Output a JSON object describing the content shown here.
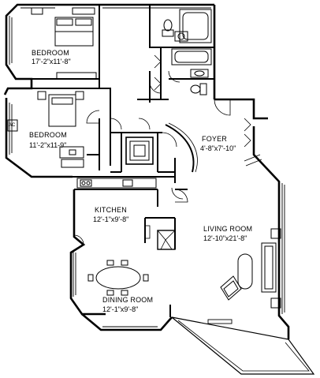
{
  "rooms": {
    "bedroom1": {
      "name": "BEDROOM",
      "dims": "17'-2\"x11'-8\""
    },
    "bedroom2": {
      "name": "BEDROOM",
      "dims": "11'-2\"x11-9\""
    },
    "foyer": {
      "name": "FOYER",
      "dims": "4'-8\"x7'-10\""
    },
    "kitchen": {
      "name": "KITCHEN",
      "dims": "12'-1\"x9'-8\""
    },
    "living": {
      "name": "LIVING ROOM",
      "dims": "12'-10\"x21'-8\""
    },
    "dining": {
      "name": "DINING ROOM",
      "dims": "12'-1\"x9'-8\""
    }
  },
  "fixtures": {
    "ac_label": "AC"
  },
  "colors": {
    "wall": "#000000",
    "background": "#ffffff"
  }
}
